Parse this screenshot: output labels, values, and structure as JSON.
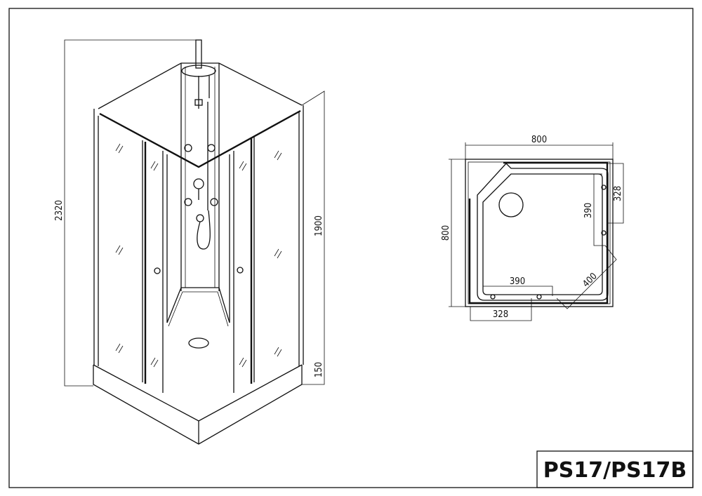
{
  "isometric_view": {
    "dim_total_height": "2320",
    "dim_cabin_height": "1900",
    "dim_tray_height": "150"
  },
  "plan_view": {
    "dim_width": "800",
    "dim_depth": "800",
    "dim_right_328": "328",
    "dim_right_390": "390",
    "dim_bottom_390": "390",
    "dim_bottom_328": "328",
    "dim_diagonal": "400"
  },
  "title_block": {
    "model": "PS17/PS17B"
  }
}
